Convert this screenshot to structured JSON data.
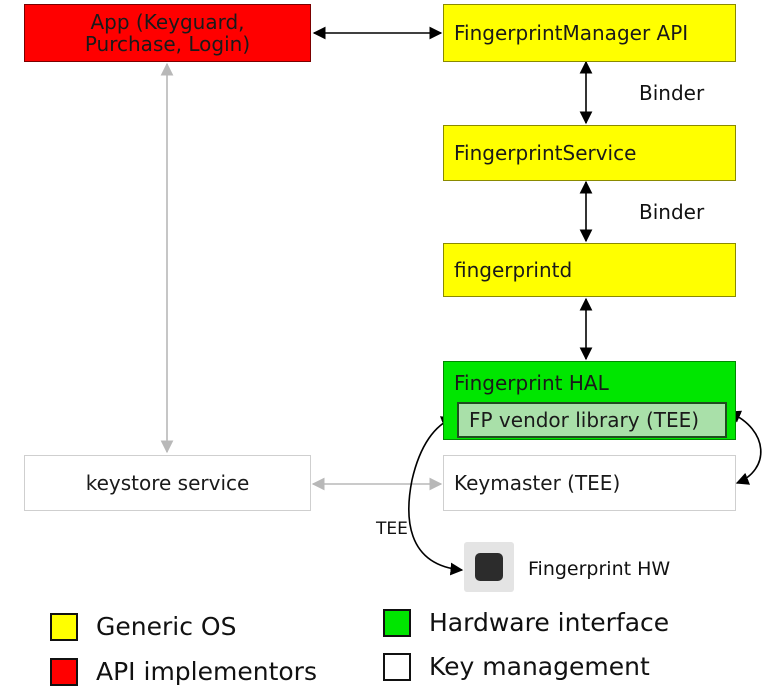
{
  "boxes": {
    "app": "App (Keyguard, Purchase, Login)",
    "fingerprint_manager": "FingerprintManager API",
    "fingerprint_service": "FingerprintService",
    "fingerprintd": "fingerprintd",
    "fingerprint_hal": "Fingerprint HAL",
    "fp_vendor_library": "FP vendor library (TEE)",
    "keystore_service": "keystore service",
    "keymaster": "Keymaster (TEE)"
  },
  "labels": {
    "binder_1": "Binder",
    "binder_2": "Binder",
    "tee": "TEE",
    "fingerprint_hw": "Fingerprint HW"
  },
  "legend": [
    {
      "label": "Generic OS",
      "color": "#ffff00"
    },
    {
      "label": "Hardware interface",
      "color": "#00e600"
    },
    {
      "label": "API implementors",
      "color": "#ff0000"
    },
    {
      "label": "Key management",
      "color": "#ffffff"
    }
  ],
  "colors": {
    "generic_os": "#ffff00",
    "api_implementors": "#ff0000",
    "hardware_interface": "#00e600",
    "vendor_library": "#a9e0a9",
    "key_management": "#ffffff"
  },
  "icons": {
    "fingerprint_hw": "chip-icon"
  }
}
